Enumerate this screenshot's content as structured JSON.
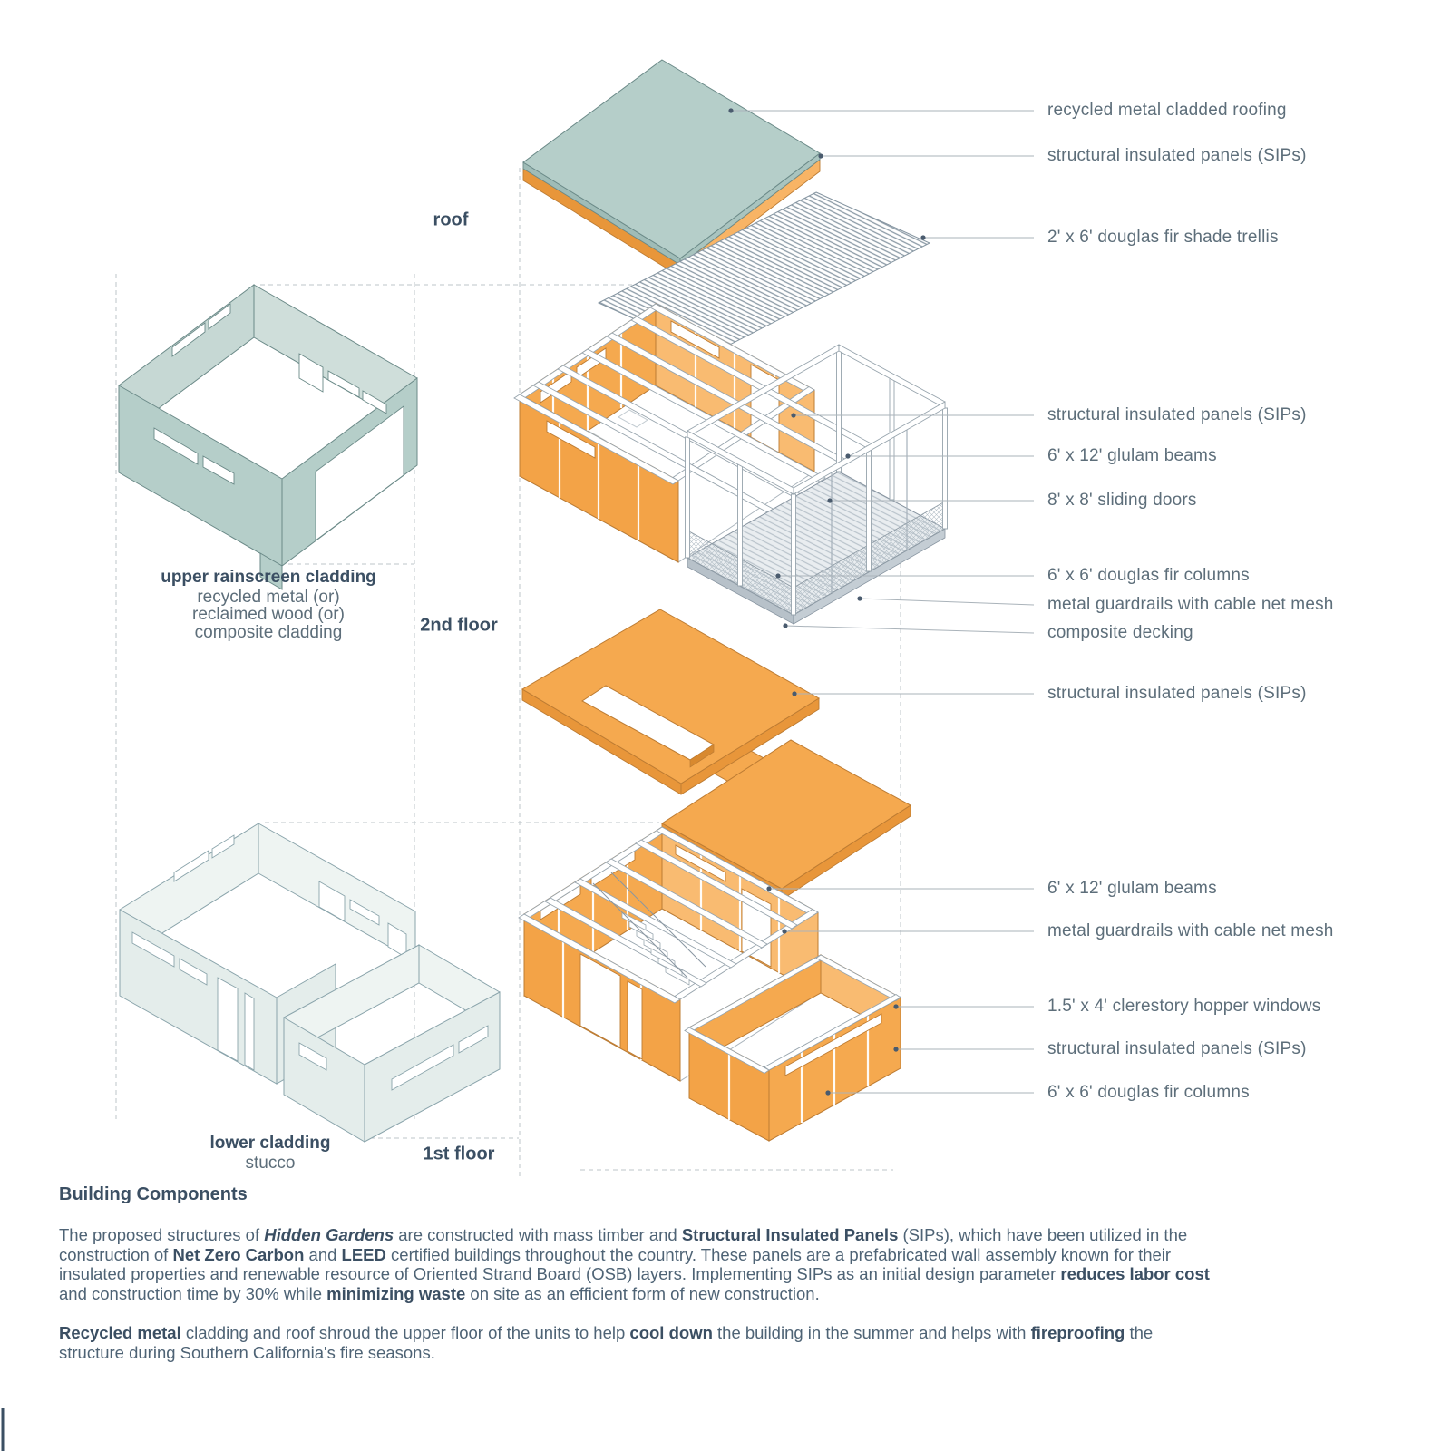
{
  "colors": {
    "teal": "#b5cec9",
    "teal_dark": "#6b8a88",
    "teal_band": "#c6d8d4",
    "teal_side": "#9fbcb7",
    "pale": "#e4edeb",
    "pale_band": "#eef4f2",
    "pale_stroke": "#8aa4ab",
    "orange": "#f5a94f",
    "orange_light": "#f9bb71",
    "orange_dark": "#f3a347",
    "orange_deep": "#e8963a",
    "orange_stroke": "#bd7c33",
    "frame_stroke": "#97a4ad",
    "deck_stroke": "#8794a0",
    "leader": "#aab3ba",
    "dot": "#4a5b6e",
    "dashed": "#bdc5ca",
    "text_dark": "#3b4f63",
    "text_body": "#4e6375",
    "text_label": "#5d6e7a"
  },
  "floors": {
    "roof": "roof",
    "second": "2nd floor",
    "first": "1st floor"
  },
  "cladding_upper": {
    "title": "upper rainscreen cladding",
    "options": [
      "recycled metal (or)",
      "reclaimed wood (or)",
      "composite cladding"
    ]
  },
  "cladding_lower": {
    "title": "lower cladding",
    "material": "stucco"
  },
  "callouts": [
    {
      "label": "recycled metal cladded roofing"
    },
    {
      "label": "structural insulated panels (SIPs)"
    },
    {
      "label": "2' x 6' douglas fir shade trellis"
    },
    {
      "label": "structural insulated panels (SIPs)"
    },
    {
      "label": "6' x 12' glulam beams"
    },
    {
      "label": "8' x 8' sliding doors"
    },
    {
      "label": "6' x 6' douglas fir columns"
    },
    {
      "label": "metal guardrails with cable net mesh"
    },
    {
      "label": "composite decking"
    },
    {
      "label": "structural insulated panels (SIPs)"
    },
    {
      "label": "6' x 12' glulam beams"
    },
    {
      "label": "metal guardrails with cable net mesh"
    },
    {
      "label": "1.5' x 4' clerestory hopper windows"
    },
    {
      "label": "structural insulated panels (SIPs)"
    },
    {
      "label": "6' x 6' douglas fir columns"
    }
  ],
  "footer": {
    "heading": "Building Components",
    "p1": [
      {
        "text": "The proposed structures of "
      },
      {
        "text": "Hidden Gardens",
        "bold": true,
        "italic": true
      },
      {
        "text": " are constructed with mass timber and "
      },
      {
        "text": "Structural Insulated Panels",
        "bold": true
      },
      {
        "text": " (SIPs), which have been utilized in the construction of "
      },
      {
        "text": "Net Zero Carbon",
        "bold": true
      },
      {
        "text": " and "
      },
      {
        "text": "LEED",
        "bold": true
      },
      {
        "text": " certified buildings throughout the country. These panels are a prefabricated wall assembly known for their insulated properties and renewable resource of Oriented Strand Board (OSB) layers. Implementing SIPs as an initial design parameter "
      },
      {
        "text": "reduces labor cost",
        "bold": true
      },
      {
        "text": " and construction time by 30% while "
      },
      {
        "text": "minimizing waste",
        "bold": true
      },
      {
        "text": " on site as an efficient form of new construction."
      }
    ],
    "p2": [
      {
        "text": "Recycled metal",
        "bold": true
      },
      {
        "text": " cladding and roof shroud the upper floor of the units to help "
      },
      {
        "text": "cool down",
        "bold": true
      },
      {
        "text": " the building in the summer and helps with "
      },
      {
        "text": "fireproofing",
        "bold": true
      },
      {
        "text": " the structure during Southern California's fire seasons."
      }
    ]
  }
}
